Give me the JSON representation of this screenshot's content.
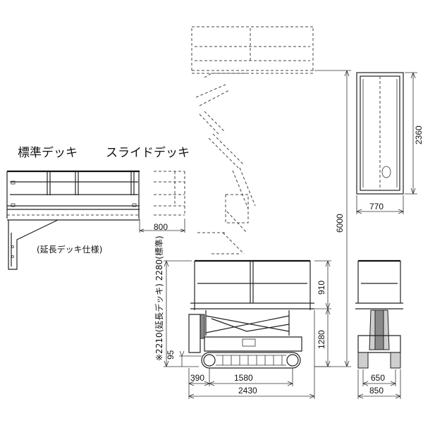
{
  "labels": {
    "standard_deck": "標準デッキ",
    "slide_deck": "スライドデッキ",
    "extended_deck_spec": "(延長デッキ仕様)",
    "height_note": "※2210(延長デッキ)  2280(標準)"
  },
  "dimensions": {
    "slide_extension": "800",
    "total_height": "6000",
    "top_view_height": "2360",
    "top_view_width": "770",
    "guardrail_height": "910",
    "platform_height": "1280",
    "ground_clearance": "95",
    "front_overhang": "390",
    "wheelbase": "1580",
    "total_length": "2430",
    "track_width": "650",
    "total_width": "850"
  }
}
